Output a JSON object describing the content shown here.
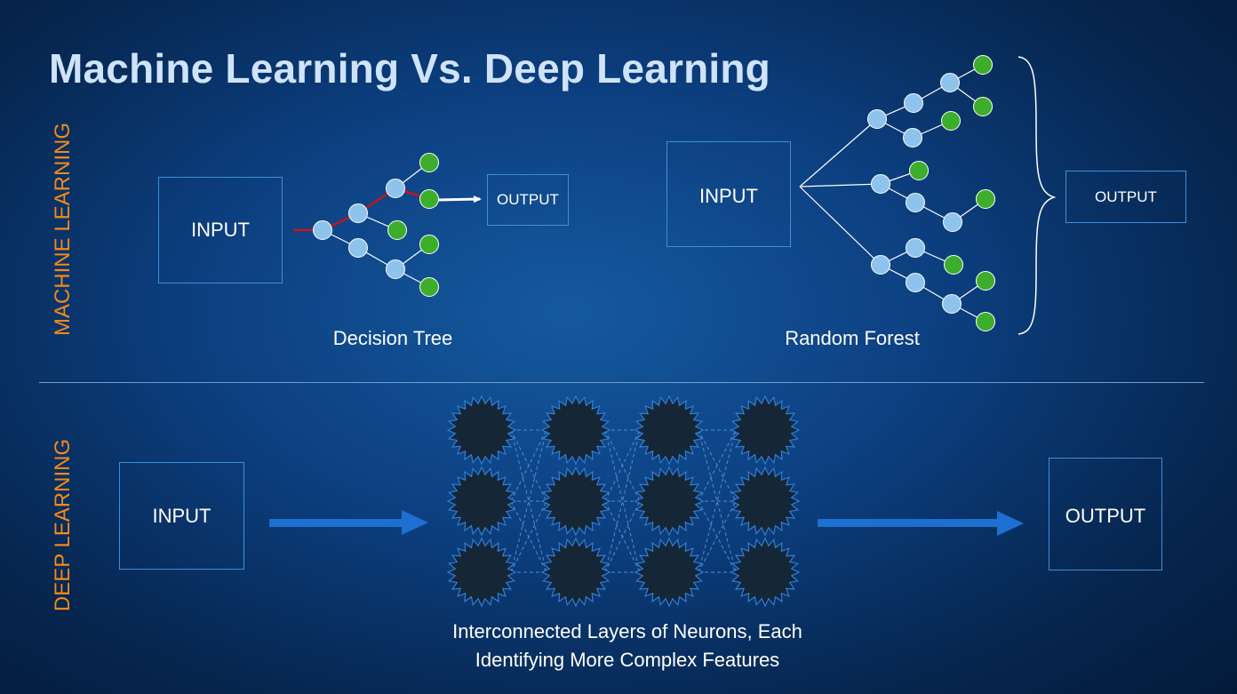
{
  "title": "Machine Learning Vs. Deep Learning",
  "sections": {
    "machine_learning": "MACHINE LEARNING",
    "deep_learning": "DEEP LEARNING"
  },
  "decision_tree": {
    "input": "INPUT",
    "output": "OUTPUT",
    "caption": "Decision Tree"
  },
  "random_forest": {
    "input": "INPUT",
    "output": "OUTPUT",
    "caption": "Random Forest"
  },
  "deep": {
    "input": "INPUT",
    "output": "OUTPUT",
    "caption_line1": "Interconnected Layers of Neurons, Each",
    "caption_line2": "Identifying More Complex Features"
  },
  "colors": {
    "internal_node": "#8ec3ee",
    "leaf_node": "#3cae2c",
    "decision_path": "#c0161c",
    "section_label": "#f28a1a",
    "neuron": "#152637",
    "arrow": "#1d6fd0"
  }
}
